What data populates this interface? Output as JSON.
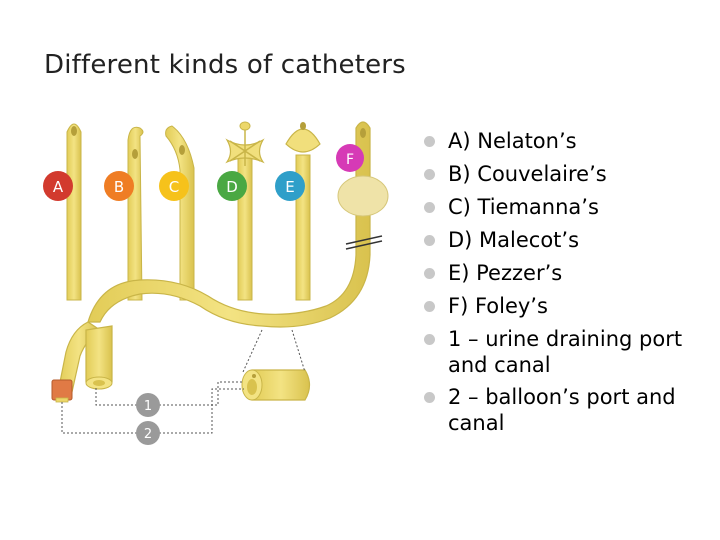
{
  "title": "Different kinds of catheters",
  "catheters": [
    {
      "letter": "A",
      "color": "#d23a2e"
    },
    {
      "letter": "B",
      "color": "#ef7d24"
    },
    {
      "letter": "C",
      "color": "#f6c21b"
    },
    {
      "letter": "D",
      "color": "#4aa843"
    },
    {
      "letter": "E",
      "color": "#2f9fc9"
    },
    {
      "letter": "F",
      "color": "#d63ab6"
    }
  ],
  "ports": [
    {
      "label": "1",
      "color": "#9a9a9a"
    },
    {
      "label": "2",
      "color": "#9a9a9a"
    }
  ],
  "colors": {
    "tube": "#ecd76a",
    "tube_stroke": "#c9b548",
    "balloon": "#efe3a8",
    "port_cap": "#e07a45",
    "bullet": "#c8c8c8"
  },
  "list": [
    "A) Nelaton’s",
    "B) Couvelaire’s",
    "C) Tiemanna’s",
    "D) Malecot’s",
    "E) Pezzer’s",
    "F) Foley’s",
    "1 – urine draining port and canal",
    "2 – balloon’s port and canal"
  ]
}
